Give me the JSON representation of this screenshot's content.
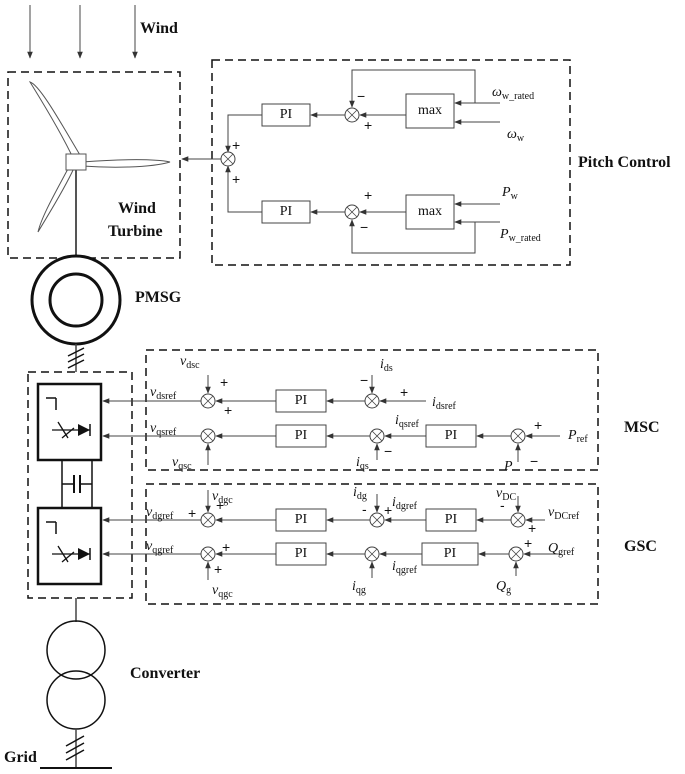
{
  "labels": {
    "wind": "Wind",
    "wind_turbine_1": "Wind",
    "wind_turbine_2": "Turbine",
    "pmsg": "PMSG",
    "pitch_control": "Pitch Control",
    "msc": "MSC",
    "gsc": "GSC",
    "converter": "Converter",
    "grid": "Grid"
  },
  "blocks": {
    "pi": "PI",
    "max": "max"
  },
  "signals": {
    "omega": "ω",
    "omega_rated_sub": "w_rated",
    "omega_w_sub": "w",
    "p": "P",
    "p_w_sub": "w",
    "p_w_rated_sub": "w_rated",
    "v": "v",
    "i": "i",
    "q": "Q",
    "dsc": "dsc",
    "dsref": "dsref",
    "qsref": "qsref",
    "qsc": "qsc",
    "ds": "ds",
    "qs": "qs",
    "ref": "ref",
    "dgc": "dgc",
    "dgref": "dgref",
    "qgref": "qgref",
    "qgc": "qgc",
    "dg": "dg",
    "qg": "qg",
    "dc": "DC",
    "dcref": "DCref",
    "gref": "gref",
    "g": "g"
  },
  "signs": {
    "plus": "+",
    "minus": "−",
    "dash": "-"
  }
}
